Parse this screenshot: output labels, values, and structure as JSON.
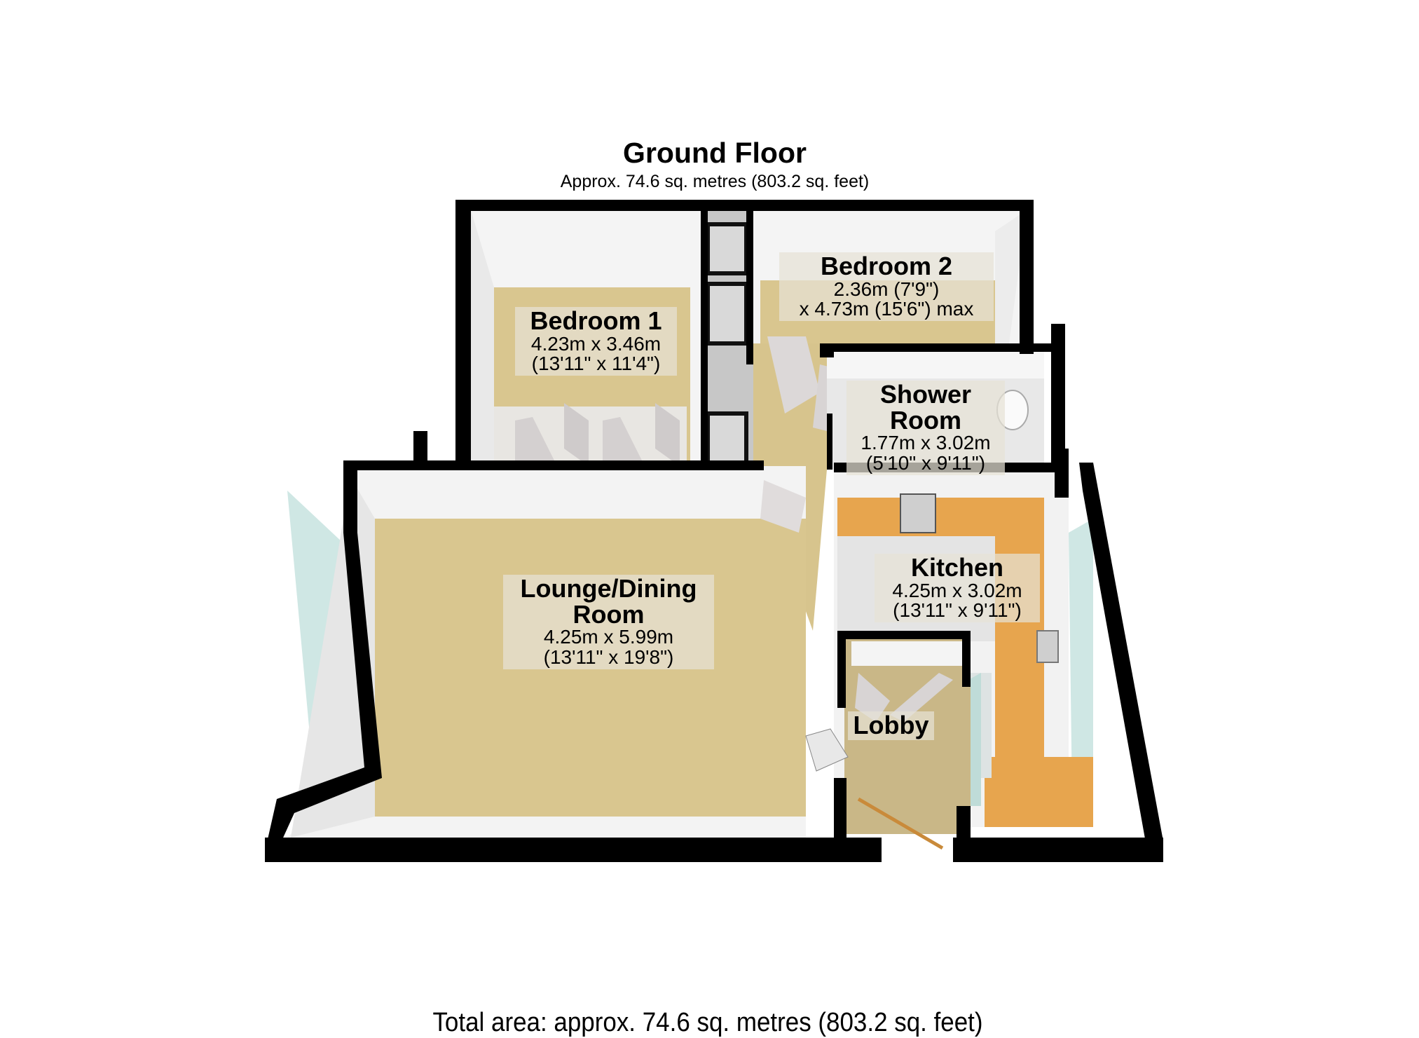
{
  "header": {
    "title": "Ground Floor",
    "subtitle": "Approx. 74.6 sq. metres (803.2 sq. feet)"
  },
  "rooms": [
    {
      "name": "Bedroom 1",
      "dim1": "4.23m x 3.46m",
      "dim2": "(13'11\" x 11'4\")"
    },
    {
      "name": "Bedroom 2",
      "dim1": "2.36m (7'9\")",
      "dim2": "x 4.73m (15'6\") max"
    },
    {
      "name": "Shower",
      "name2": "Room",
      "dim1": "1.77m x 3.02m",
      "dim2": "(5'10\" x 9'11\")"
    },
    {
      "name": "Lounge/Dining",
      "name2": "Room",
      "dim1": "4.25m x 5.99m",
      "dim2": "(13'11\" x 19'8\")"
    },
    {
      "name": "Kitchen",
      "dim1": "4.25m x 3.02m",
      "dim2": "(13'11\" x 9'11\")"
    },
    {
      "name": "Lobby"
    }
  ],
  "footer": {
    "total_area": "Total area: approx. 74.6 sq. metres (803.2 sq. feet)"
  },
  "colors": {
    "wall": "#000000",
    "wall_face": "#f2f2f2",
    "carpet": "#d9c68f",
    "kitchen_counter": "#e7a54e",
    "tile": "#e6e6e6",
    "window_glass": "#cfe7e4"
  }
}
